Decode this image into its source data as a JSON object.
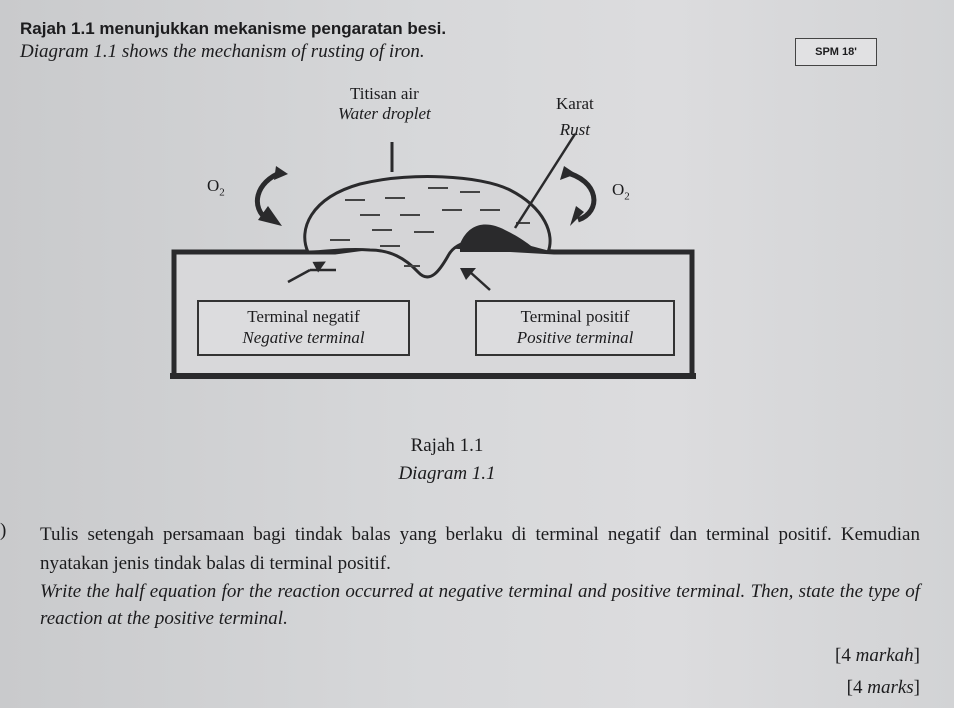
{
  "intro": {
    "malay": "Rajah 1.1 menunjukkan mekanisme pengaratan besi.",
    "english": "Diagram 1.1 shows the mechanism of rusting of iron."
  },
  "badge": "SPM 18'",
  "diagram": {
    "water_droplet_ms": "Titisan air",
    "water_droplet_en": "Water droplet",
    "rust_ms": "Karat",
    "rust_en": "Rust",
    "oxygen_left": "O",
    "oxygen_left_sub": "2",
    "oxygen_right": "O",
    "oxygen_right_sub": "2",
    "negative_ms": "Terminal negatif",
    "negative_en": "Negative terminal",
    "positive_ms": "Terminal positif",
    "positive_en": "Positive terminal"
  },
  "caption": {
    "malay": "Rajah 1.1",
    "english": "Diagram 1.1"
  },
  "question": {
    "number": ")",
    "malay": "Tulis setengah persamaan bagi tindak balas yang berlaku di terminal negatif dan terminal positif. Kemudian nyatakan jenis tindak balas di terminal positif.",
    "english": "Write the half equation for the reaction occurred at negative terminal and positive terminal. Then, state the type of reaction at the positive terminal."
  },
  "marks": {
    "malay_num": "[4 ",
    "malay_word": "markah",
    "english_num": "[4 ",
    "english_word": "marks"
  }
}
